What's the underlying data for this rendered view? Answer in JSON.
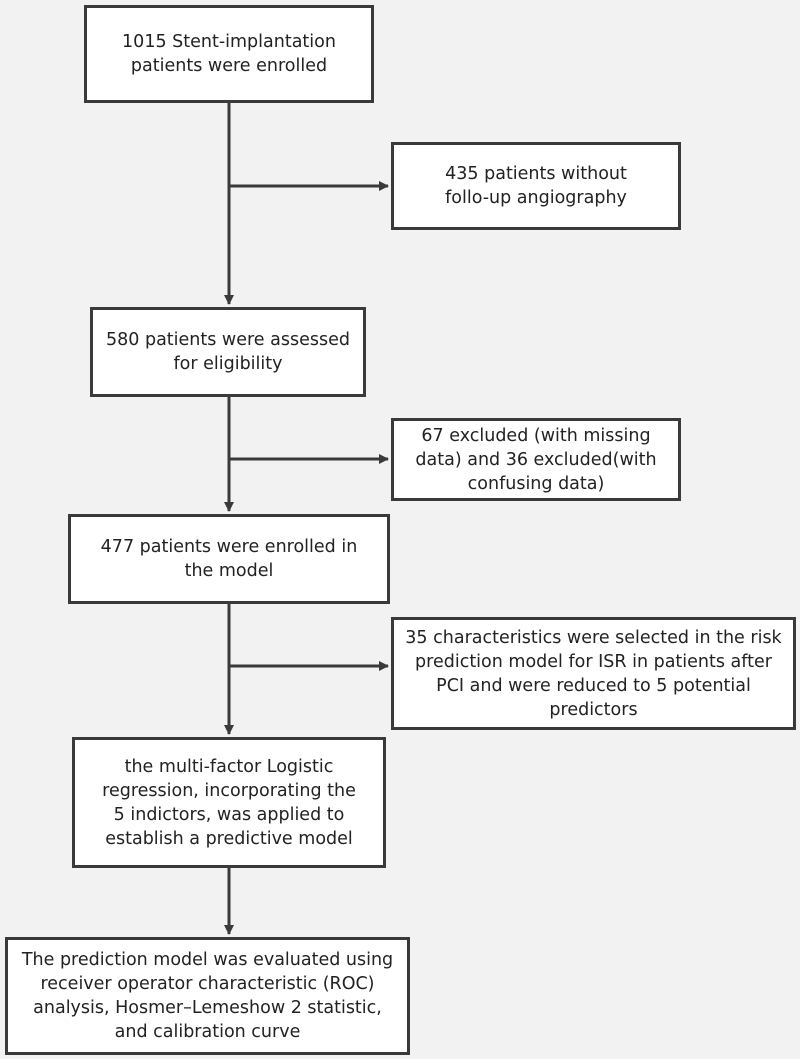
{
  "flowchart": {
    "main_steps": [
      "1015 Stent-implantation\npatients were enrolled",
      "580 patients were assessed\nfor eligibility",
      "477 patients were enrolled in\nthe model",
      "the multi-factor Logistic\nregression, incorporating the\n5 indictors, was applied to\nestablish a predictive model",
      "The prediction model was evaluated using\nreceiver operator characteristic (ROC)\nanalysis, Hosmer–Lemeshow 2 statistic,\nand calibration curve"
    ],
    "side_steps": [
      "435 patients without\nfollo-up angiography",
      "67 excluded (with missing\ndata) and 36 excluded(with\nconfusing data)",
      "35 characteristics were selected in the risk\nprediction model for ISR in patients after\nPCI and were reduced  to 5 potential\npredictors"
    ]
  }
}
